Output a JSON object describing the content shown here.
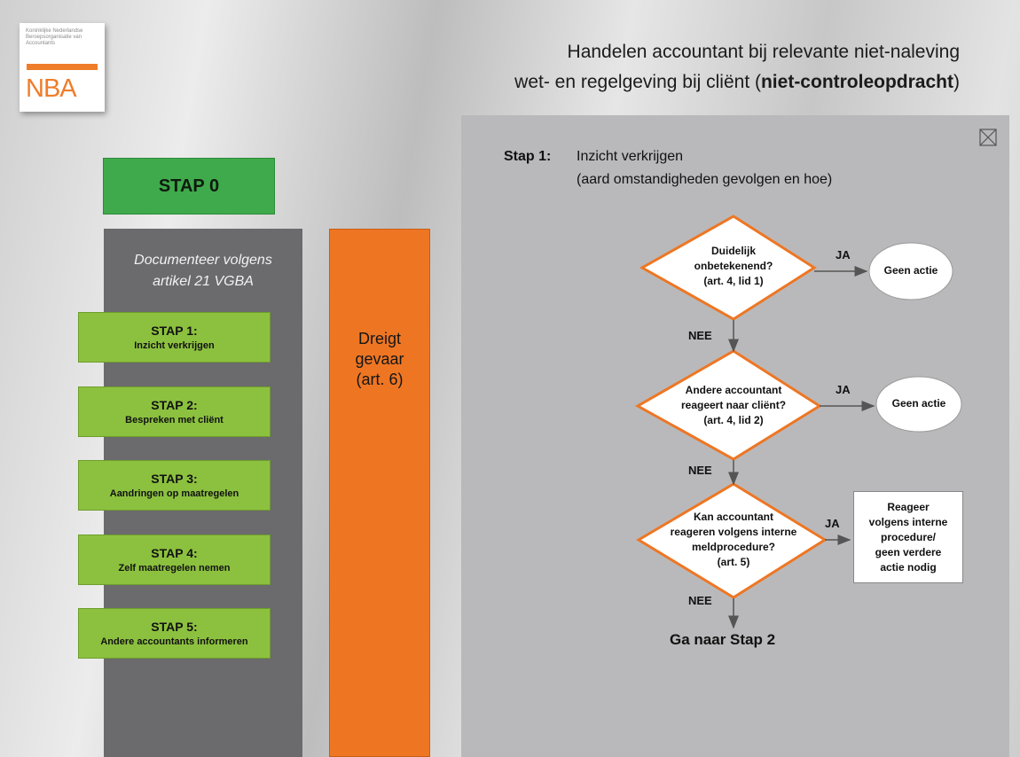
{
  "logo": {
    "small_text": "Koninklijke Nederlandse Beroepsorganisatie van Accountants",
    "brand": "NBA"
  },
  "header": {
    "line1": "Handelen accountant bij relevante niet-naleving",
    "line2_prefix": "wet- en regelgeving bij cliënt (",
    "line2_bold": "niet-controleopdracht",
    "line2_suffix": ")"
  },
  "stap0": "STAP 0",
  "doc_column": {
    "title_line1": "Documenteer volgens",
    "title_line2": "artikel 21 VGBA"
  },
  "steps": [
    {
      "title": "STAP 1:",
      "subtitle": "Inzicht verkrijgen"
    },
    {
      "title": "STAP 2:",
      "subtitle": "Bespreken met cliënt"
    },
    {
      "title": "STAP 3:",
      "subtitle": "Aandringen op maatregelen"
    },
    {
      "title": "STAP 4:",
      "subtitle": "Zelf maatregelen nemen"
    },
    {
      "title": "STAP 5:",
      "subtitle": "Andere accountants informeren"
    }
  ],
  "danger": {
    "line1": "Dreigt",
    "line2": "gevaar",
    "line3": "(art. 6)"
  },
  "panel": {
    "label": "Stap 1:",
    "title_line1": "Inzicht verkrijgen",
    "title_line2": "(aard omstandigheden gevolgen en hoe)",
    "decisions": [
      {
        "line1": "Duidelijk",
        "line2": "onbetekenend?",
        "line3": "(art. 4, lid 1)",
        "line4": ""
      },
      {
        "line1": "Andere accountant",
        "line2": "reageert naar cliënt?",
        "line3": "(art. 4, lid 2)",
        "line4": ""
      },
      {
        "line1": "Kan accountant",
        "line2": "reageren volgens interne",
        "line3": "meldprocedure?",
        "line4": "(art. 5)"
      }
    ],
    "yes_label": "JA",
    "no_label": "NEE",
    "outcome1": "Geen actie",
    "outcome2": "Geen actie",
    "outcome3": {
      "line1": "Reageer",
      "line2": "volgens interne",
      "line3": "procedure/",
      "line4": "geen verdere",
      "line5": "actie nodig"
    },
    "goto": "Ga naar Stap 2"
  },
  "colors": {
    "green_header": "#3faa4b",
    "green_step": "#8cc13f",
    "orange": "#ee7623",
    "dark_gray": "#6b6a6c",
    "panel_gray": "#b9b9bb"
  }
}
